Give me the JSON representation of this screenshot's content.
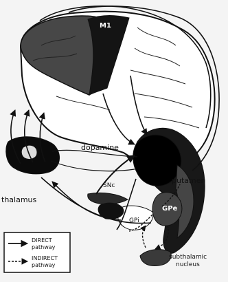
{
  "labels": {
    "m1": "M1",
    "dopamine": "dopamine",
    "snc": "SNc",
    "putamen": "putamen",
    "gpi": "GPi",
    "gpe": "GPe",
    "thalamus": "thalamus",
    "subthalamic_line1": "subthalamic",
    "subthalamic_line2": "nucleus"
  },
  "legend": {
    "direct_line1": "DIRECT",
    "direct_line2": "pathway",
    "indirect_line1": "INDIRECT",
    "indirect_line2": "pathway"
  }
}
